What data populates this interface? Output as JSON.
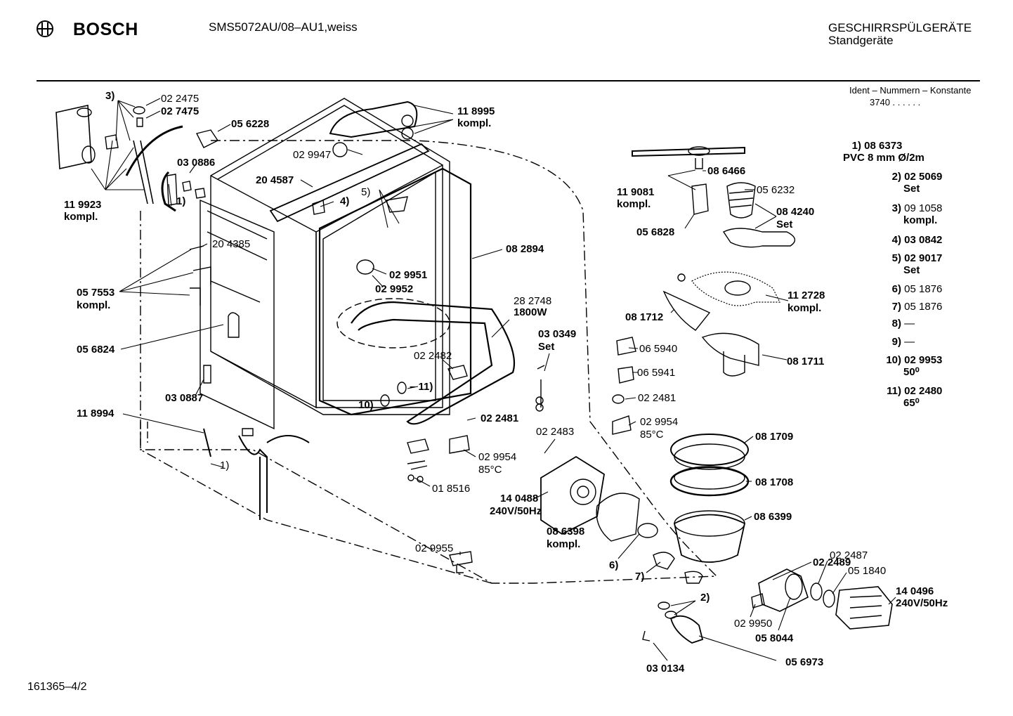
{
  "header": {
    "brand": "BOSCH",
    "model": "SMS5072AU/08–AU1,weiss",
    "category_line1": "GESCHIRRSPÜLGERÄTE",
    "category_line2": "Standgeräte",
    "ident_label": "Ident – Nummern – Konstante",
    "ident_value": "3740  .  .  .  .  .  ."
  },
  "footer": {
    "drawing_number": "161365–4/2"
  },
  "labels": {
    "l3": "3)",
    "p022475": "02 2475",
    "p027475": "02 7475",
    "p056228": "05 6228",
    "p030886": "03 0886",
    "p119923a": "11 9923",
    "p119923b": "kompl.",
    "p204385": "20 4385",
    "p057553a": "05 7553",
    "p057553b": "kompl.",
    "p056824": "05 6824",
    "p030887": "03 0887",
    "p118994": "11 8994",
    "l1a": "1)",
    "l1b": "1)",
    "p118995a": "11 8995",
    "p118995b": "kompl.",
    "p029947": "02 9947",
    "p204587": "20 4587",
    "l4": "4)",
    "l5": "5)",
    "p082894": "08 2894",
    "p029951": "02 9951",
    "p029952": "02 9952",
    "p282748a": "28 2748",
    "p282748b": "1800W",
    "p030349a": "03 0349",
    "p030349b": "Set",
    "p022482": "02 2482",
    "l11": "– 11)",
    "l10": "10)",
    "p022481a": "02 2481",
    "p029954a": "02 9954",
    "p029954a2": "85°C",
    "p018516": "01 8516",
    "p022483": "02 2483",
    "p140488a": "14 0488",
    "p140488b": "240V/50Hz",
    "p029955": "02 9955",
    "p086466": "08 6466",
    "p119081a": "11 9081",
    "p119081b": "kompl.",
    "p056232": "05 6232",
    "p084240a": "08 4240",
    "p084240b": "Set",
    "p056828": "05 6828",
    "p112728a": "11 2728",
    "p112728b": "kompl.",
    "p081712": "08 1712",
    "p065940": "06 5940",
    "p065941": "06 5941",
    "p081711": "08 1711",
    "p022481b": "02 2481",
    "p029954b": "02 9954",
    "p029954b2": "85°C",
    "p081709": "08 1709",
    "p081708": "08 1708",
    "p086399": "08 6399",
    "p086398a": "08 6398",
    "p086398b": "kompl.",
    "l6": "6)",
    "l7": "7)",
    "p022489": "02 2489",
    "p022487": "02 2487",
    "p051840": "05 1840",
    "p140496a": "14 0496",
    "p140496b": "240V/50Hz",
    "p029950": "02 9950",
    "p058044": "05 8044",
    "l2": "2)",
    "p056973": "05 6973",
    "p030134": "03 0134"
  },
  "legend": [
    {
      "num": "1)",
      "val": "08 6373",
      "sub": "PVC 8 mm Ø/2m"
    },
    {
      "num": "2)",
      "val": "02 5069",
      "sub": "Set"
    },
    {
      "num": "3)",
      "val": "09 1058",
      "sub": "kompl."
    },
    {
      "num": "4)",
      "val": "03 0842",
      "sub": ""
    },
    {
      "num": "5)",
      "val": "02 9017",
      "sub": "Set"
    },
    {
      "num": "6)",
      "val": "05 1876",
      "sub": ""
    },
    {
      "num": "7)",
      "val": "05 1876",
      "sub": ""
    },
    {
      "num": "8)",
      "val": "—",
      "sub": ""
    },
    {
      "num": "9)",
      "val": "—",
      "sub": ""
    },
    {
      "num": "10)",
      "val": "02 9953",
      "sub": "50⁰"
    },
    {
      "num": "11)",
      "val": "02 2480",
      "sub": "65⁰"
    }
  ]
}
